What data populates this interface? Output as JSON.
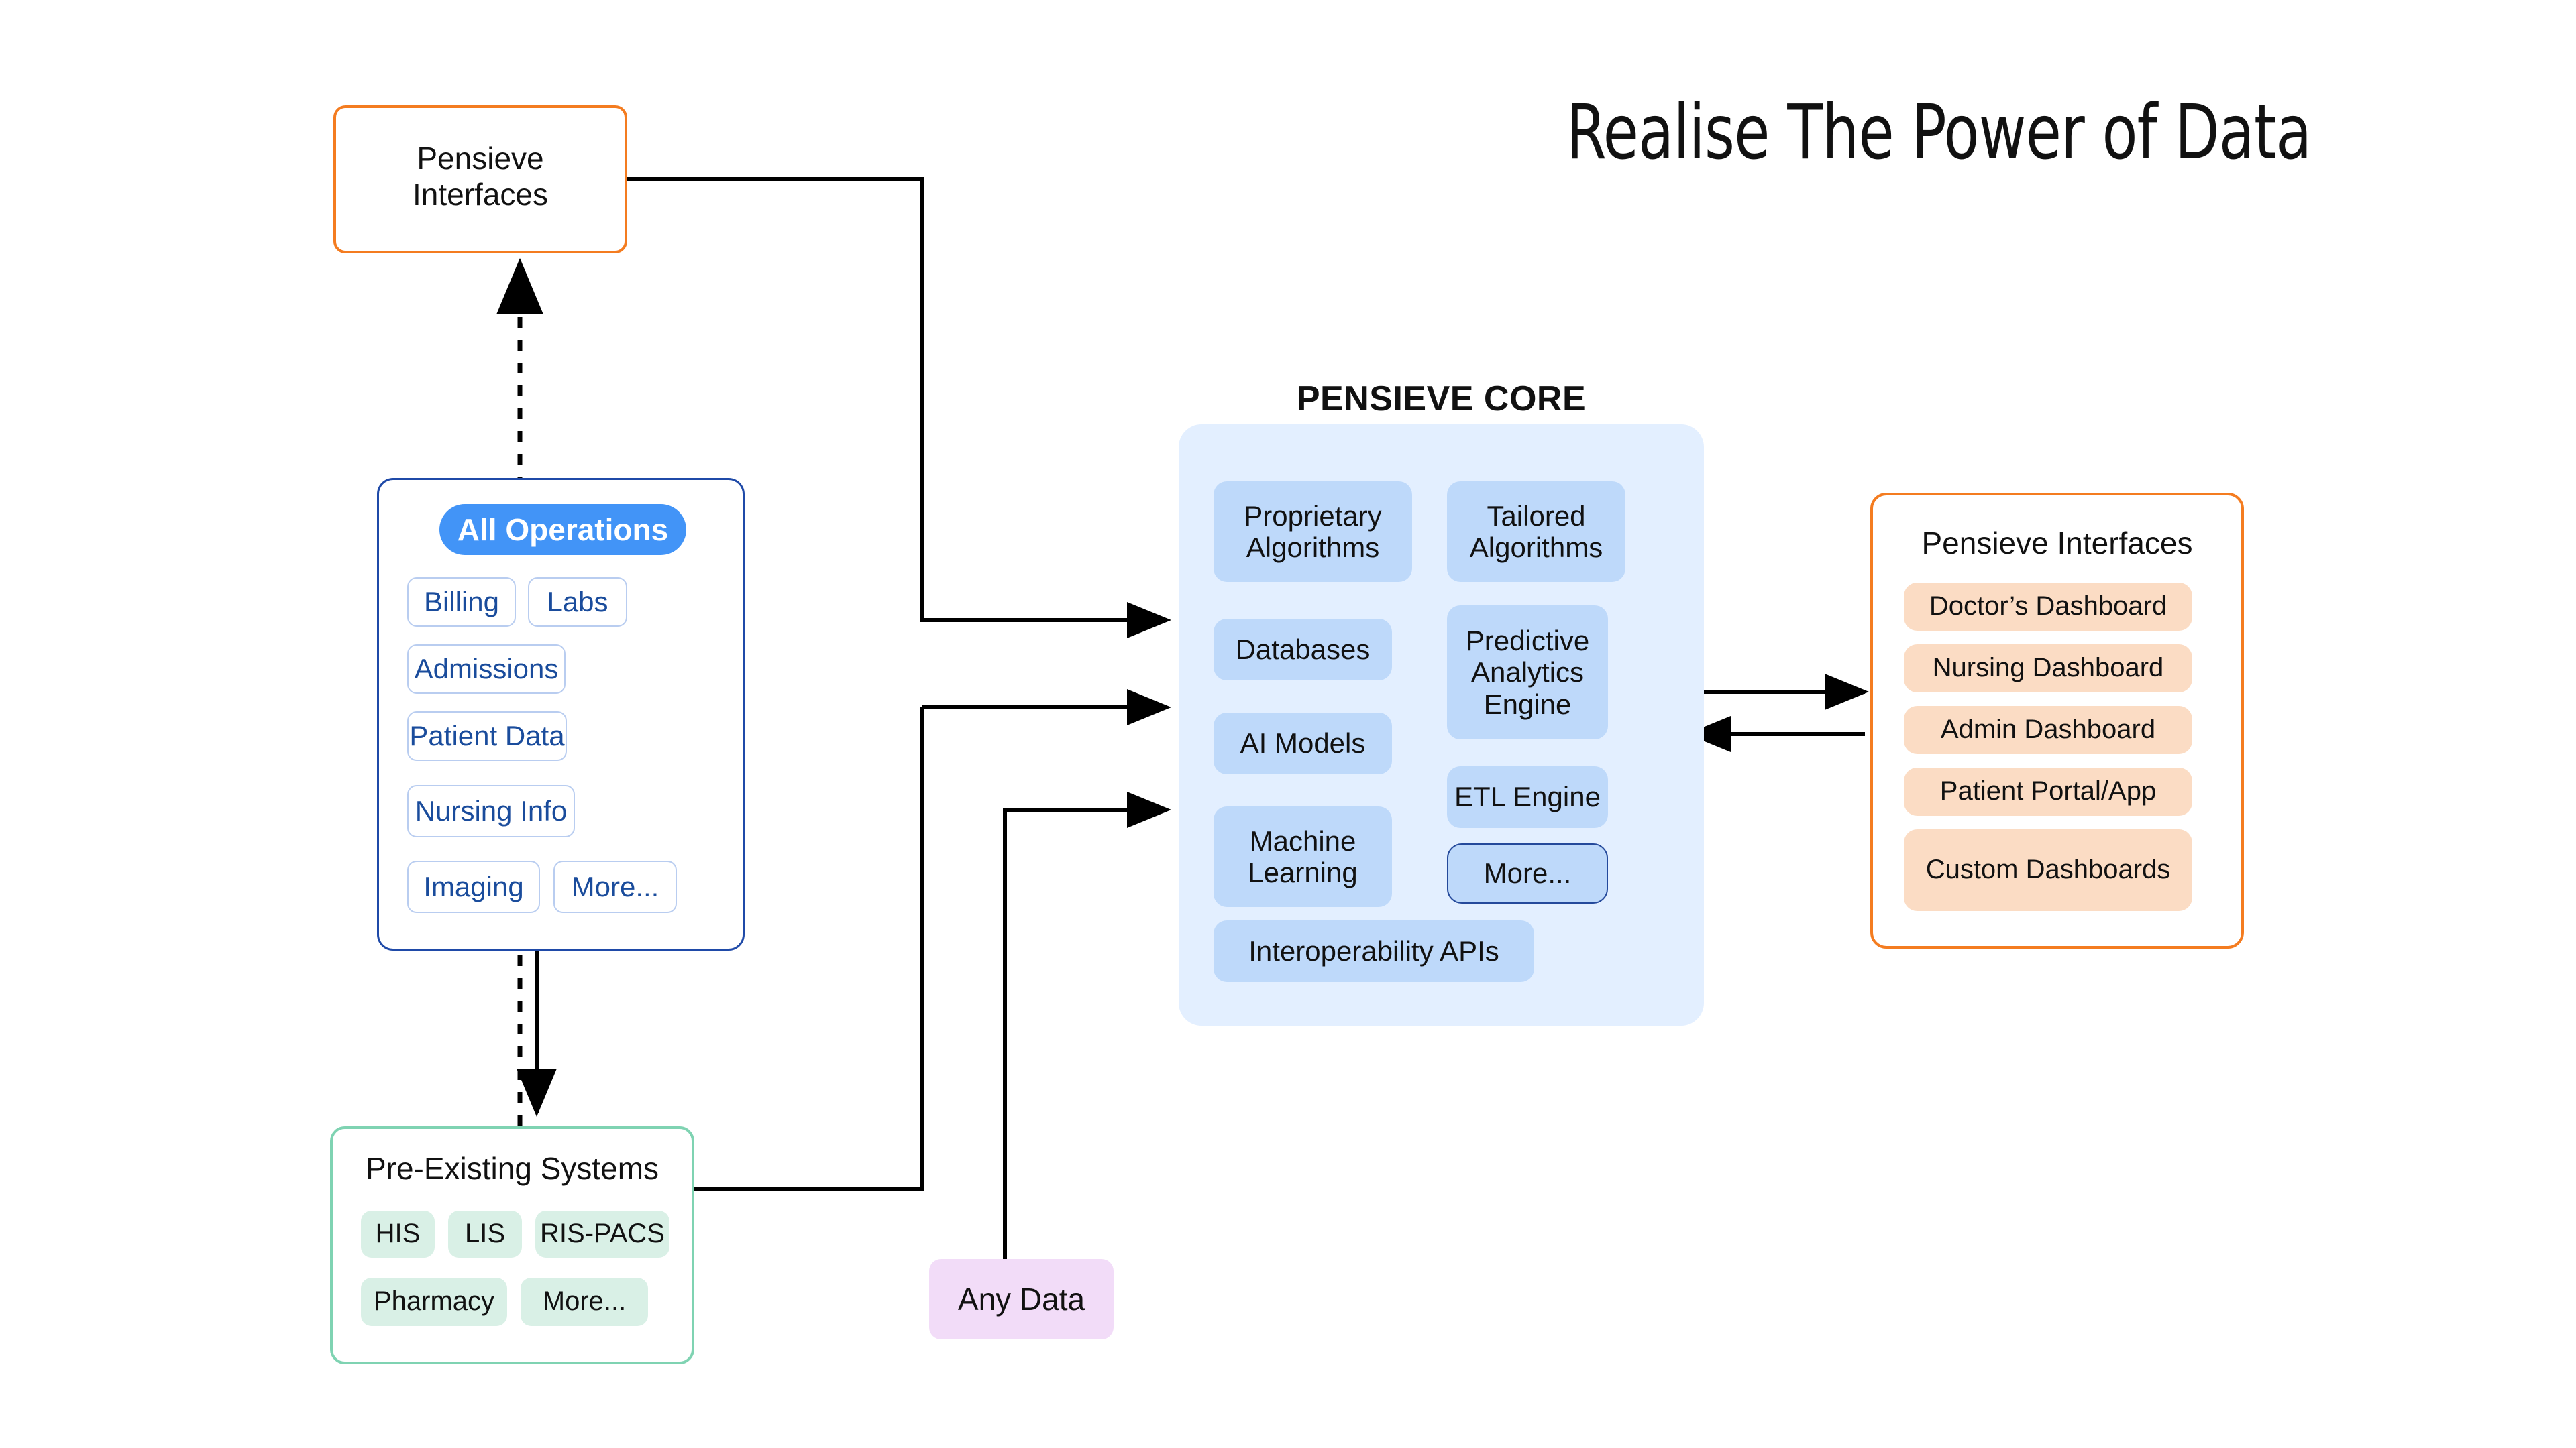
{
  "title": "Realise The Power of Data",
  "top_left_box": {
    "name": "Pensieve Interfaces",
    "line1": "Pensieve",
    "line2": "Interfaces"
  },
  "all_operations": {
    "pill_label": "All Operations",
    "items": [
      {
        "label": "Billing"
      },
      {
        "label": "Labs"
      },
      {
        "label": "Admissions"
      },
      {
        "label": "Patient Data"
      },
      {
        "label": "Nursing Info"
      },
      {
        "label": "Imaging"
      },
      {
        "label": "More..."
      }
    ]
  },
  "pre_existing": {
    "title": "Pre-Existing Systems",
    "items": [
      {
        "label": "HIS"
      },
      {
        "label": "LIS"
      },
      {
        "label": "RIS-PACS"
      },
      {
        "label": "Pharmacy"
      },
      {
        "label": "More..."
      }
    ]
  },
  "core": {
    "heading": "PENSIEVE CORE",
    "left_column": [
      {
        "label": "Proprietary Algorithms"
      },
      {
        "label": "Databases"
      },
      {
        "label": "AI Models"
      },
      {
        "label": "Machine Learning"
      }
    ],
    "right_column": [
      {
        "label": "Tailored Algorithms"
      },
      {
        "label": "Predictive Analytics Engine"
      },
      {
        "label": "ETL Engine"
      },
      {
        "label": "More..."
      }
    ],
    "full_width": [
      {
        "label": "Interoperability APIs"
      }
    ]
  },
  "interfaces_panel": {
    "title": "Pensieve Interfaces",
    "items": [
      {
        "label": "Doctor’s Dashboard"
      },
      {
        "label": "Nursing Dashboard"
      },
      {
        "label": "Admin Dashboard"
      },
      {
        "label": "Patient Portal/App"
      },
      {
        "label": "Custom Dashboards"
      }
    ]
  },
  "any_data": {
    "label": "Any Data"
  },
  "colors": {
    "orange_border": "#f47c20",
    "blue_border": "#1f4aa8",
    "green_border": "#7fd3b2",
    "core_panel_bg": "#e3efff",
    "core_chip_bg": "#bed9fa",
    "orange_chip_bg": "#fbdcc4",
    "green_chip_bg": "#d9f0e6",
    "pill_bg": "#4294f7",
    "any_data_bg": "#f2dcf8",
    "connector": "#000000"
  }
}
